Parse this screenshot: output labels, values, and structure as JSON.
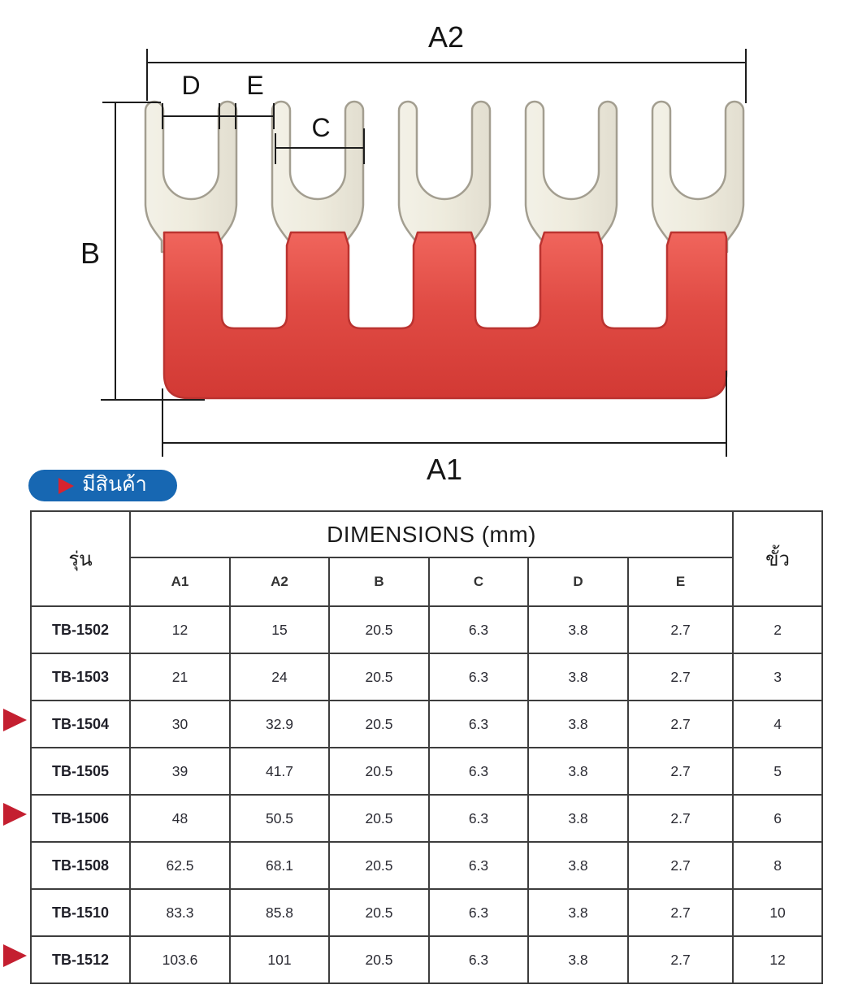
{
  "diagram": {
    "labels": {
      "a1": "A1",
      "a2": "A2",
      "b": "B",
      "c": "C",
      "d": "D",
      "e": "E"
    },
    "body_color": "#e04b44",
    "metal_color": "#efece0"
  },
  "badge": {
    "text": "มีสินค้า",
    "bg_color": "#1767b2",
    "arrow_color": "#d8232f"
  },
  "stock_arrow_color": "#c41f30",
  "table": {
    "model_header": "รุ่น",
    "dimensions_header": "DIMENSIONS (mm)",
    "poles_header": "ขั้ว",
    "dim_columns": [
      "A1",
      "A2",
      "B",
      "C",
      "D",
      "E"
    ],
    "rows": [
      {
        "model": "TB-1502",
        "values": [
          "12",
          "15",
          "20.5",
          "6.3",
          "3.8",
          "2.7"
        ],
        "poles": "2",
        "in_stock": false
      },
      {
        "model": "TB-1503",
        "values": [
          "21",
          "24",
          "20.5",
          "6.3",
          "3.8",
          "2.7"
        ],
        "poles": "3",
        "in_stock": false
      },
      {
        "model": "TB-1504",
        "values": [
          "30",
          "32.9",
          "20.5",
          "6.3",
          "3.8",
          "2.7"
        ],
        "poles": "4",
        "in_stock": true
      },
      {
        "model": "TB-1505",
        "values": [
          "39",
          "41.7",
          "20.5",
          "6.3",
          "3.8",
          "2.7"
        ],
        "poles": "5",
        "in_stock": false
      },
      {
        "model": "TB-1506",
        "values": [
          "48",
          "50.5",
          "20.5",
          "6.3",
          "3.8",
          "2.7"
        ],
        "poles": "6",
        "in_stock": true
      },
      {
        "model": "TB-1508",
        "values": [
          "62.5",
          "68.1",
          "20.5",
          "6.3",
          "3.8",
          "2.7"
        ],
        "poles": "8",
        "in_stock": false
      },
      {
        "model": "TB-1510",
        "values": [
          "83.3",
          "85.8",
          "20.5",
          "6.3",
          "3.8",
          "2.7"
        ],
        "poles": "10",
        "in_stock": false
      },
      {
        "model": "TB-1512",
        "values": [
          "103.6",
          "101",
          "20.5",
          "6.3",
          "3.8",
          "2.7"
        ],
        "poles": "12",
        "in_stock": true
      }
    ]
  }
}
